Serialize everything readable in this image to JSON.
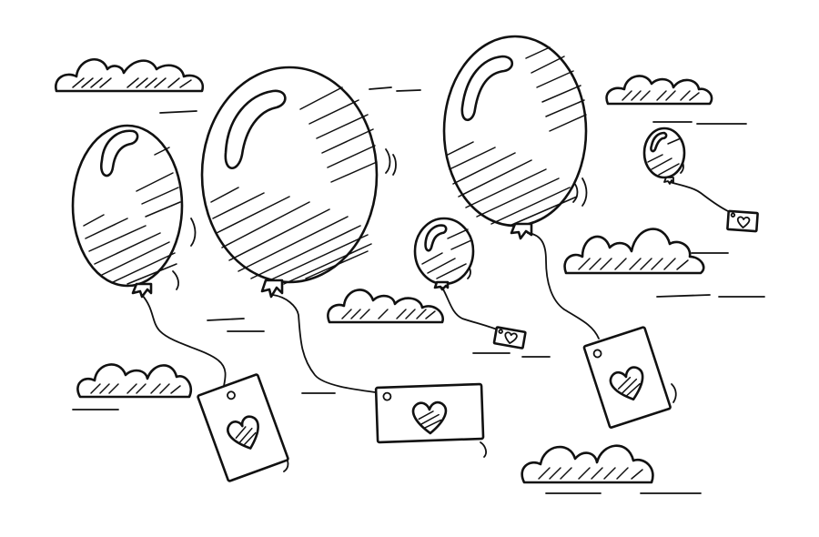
{
  "scene": {
    "description_tags": [
      "balloons",
      "hearts",
      "clouds",
      "sketch"
    ],
    "ink_color": "#111111",
    "background_color": "#ffffff",
    "balloon_count": 5,
    "tag_count": 5,
    "cloud_count": 6
  },
  "watermark": {
    "text": ""
  }
}
